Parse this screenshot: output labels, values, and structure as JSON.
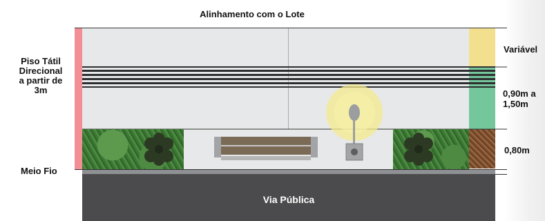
{
  "labels": {
    "top_title": "Alinhamento com o Lote",
    "left_tactile": "Piso Tátil\nDirecional\na partir de\n3m",
    "left_curb": "Meio Fio",
    "right_variable": "Variável",
    "right_middle": "0,90m a\n1,50m",
    "right_bottom": "0,80m",
    "road": "Via Pública"
  },
  "icons": {
    "bench": "bench-icon",
    "lamp": "street-lamp-icon",
    "plant_left": "shrub-icon",
    "plant_right": "shrub-icon"
  },
  "colors": {
    "tactile_strip": "#f28f96",
    "zone_variable": "#f3e08f",
    "zone_middle": "#73c79b",
    "zone_bottom": "#8a5a36",
    "sidewalk": "#e7e8e9",
    "road": "#4b4a4c",
    "grass": "#3f7b3a",
    "lamp_glow": "#f4eb8c"
  }
}
